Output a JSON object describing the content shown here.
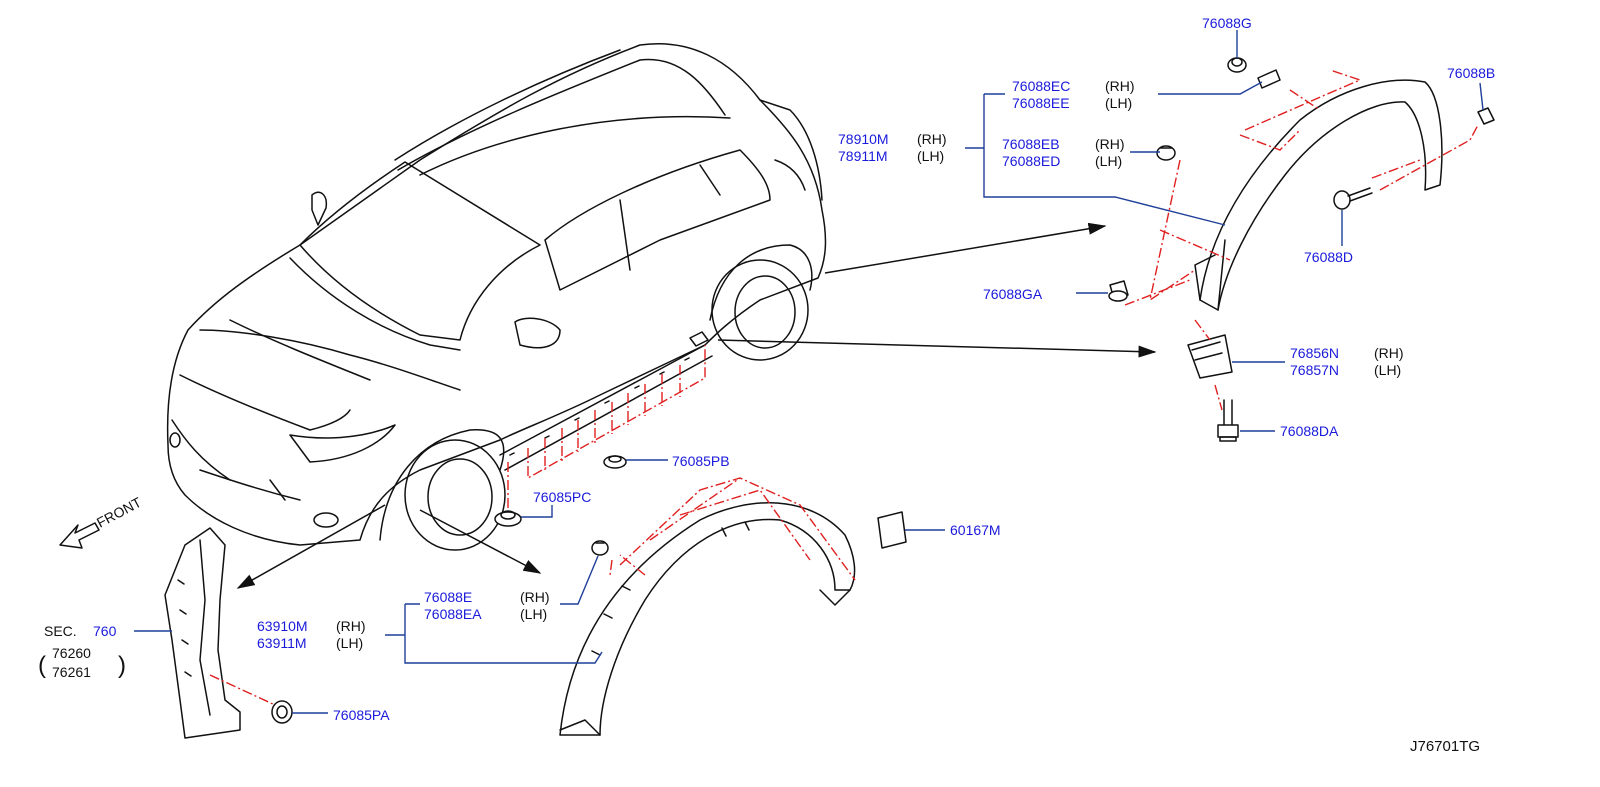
{
  "diagram_id": "J76701TG",
  "front_label": "FRONT",
  "colors": {
    "part_number": "#1a1adb",
    "leader": "#1f3f99",
    "phantom": "#e02020",
    "line": "#111111"
  },
  "callouts": {
    "c76088G": {
      "number": "76088G"
    },
    "c76088B": {
      "number": "76088B"
    },
    "c76088EC": {
      "number": "76088EC",
      "side": "(RH)"
    },
    "c76088EE": {
      "number": "76088EE",
      "side": "(LH)"
    },
    "c78910M": {
      "number": "78910M",
      "side": "(RH)"
    },
    "c78911M": {
      "number": "78911M",
      "side": "(LH)"
    },
    "c76088EB": {
      "number": "76088EB",
      "side": "(RH)"
    },
    "c76088ED": {
      "number": "76088ED",
      "side": "(LH)"
    },
    "c76088D": {
      "number": "76088D"
    },
    "c76088GA": {
      "number": "76088GA"
    },
    "c76856N": {
      "number": "76856N",
      "side": "(RH)"
    },
    "c76857N": {
      "number": "76857N",
      "side": "(LH)"
    },
    "c76088DA": {
      "number": "76088DA"
    },
    "c76085PB": {
      "number": "76085PB"
    },
    "c76085PC": {
      "number": "76085PC"
    },
    "c60167M": {
      "number": "60167M"
    },
    "c76088E": {
      "number": "76088E",
      "side": "(RH)"
    },
    "c76088EA": {
      "number": "76088EA",
      "side": "(LH)"
    },
    "c63910M": {
      "number": "63910M",
      "side": "(RH)"
    },
    "c63911M": {
      "number": "63911M",
      "side": "(LH)"
    },
    "c76085PA": {
      "number": "76085PA"
    }
  },
  "section_ref": {
    "prefix": "SEC.",
    "number": "760",
    "open_paren": "(",
    "close_paren": ")",
    "sub_1": "76260",
    "sub_2": "76261"
  }
}
